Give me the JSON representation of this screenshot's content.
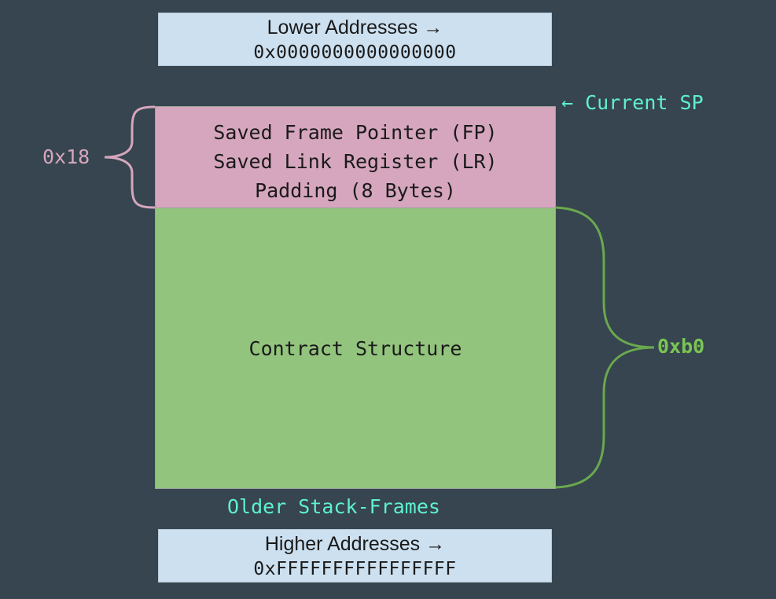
{
  "lower_address": {
    "label": "Lower Addresses →",
    "value": "0x0000000000000000"
  },
  "higher_address": {
    "label": "Higher Addresses →",
    "value": "0xFFFFFFFFFFFFFFFF"
  },
  "current_sp_label": "← Current SP",
  "saved_block": {
    "lines": [
      "Saved Frame Pointer (FP)",
      "Saved Link Register (LR)",
      "Padding (8 Bytes)"
    ],
    "size_label": "0x18",
    "color": "#d5a6bd"
  },
  "contract_block": {
    "label": "Contract Structure",
    "size_label": "0xb0",
    "color": "#93c47d"
  },
  "older_frames_label": "Older Stack-Frames",
  "colors": {
    "background": "#36454f",
    "address_box": "#cce0f0",
    "accent_text": "#5ff0d0",
    "brace_green": "#6aa84f"
  }
}
